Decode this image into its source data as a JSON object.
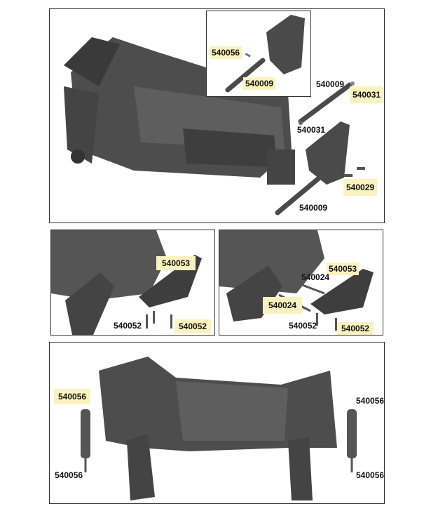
{
  "step_top": {
    "inset_labels": {
      "screw": "540056",
      "link": "540009"
    },
    "labels": {
      "link_upper": "540009",
      "ball_nut_upper": "540031",
      "ball_nut_lower": "540031",
      "screws": "540029",
      "link_lower": "540009"
    }
  },
  "step_front_bumper": {
    "labels": {
      "screws_top": "540053",
      "screws_bottom_left": "540052",
      "screws_bottom_right": "540052"
    }
  },
  "step_rear_bumper": {
    "labels": {
      "screws_top": "540053",
      "pin_upper": "540024",
      "pin_lower": "540024",
      "screws_bottom_left": "540052",
      "screws_bottom_right": "540052"
    }
  },
  "step_shocks": {
    "labels": {
      "left_top": "540056",
      "right_top": "540056",
      "left_bottom": "540056",
      "right_bottom": "540056"
    }
  },
  "colors": {
    "highlight": "#fbf3bf",
    "part": "#4a4a4a",
    "border": "#333333"
  }
}
